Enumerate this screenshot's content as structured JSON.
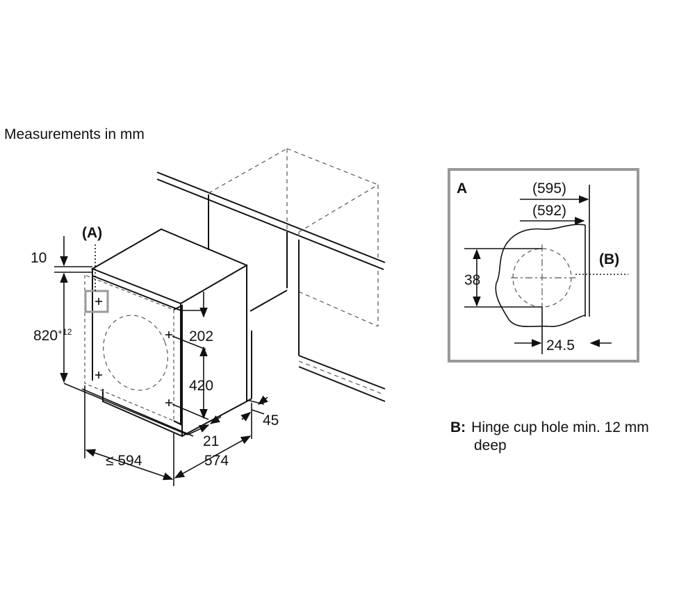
{
  "caption": "Measurements in mm",
  "main_view": {
    "detail_label": "(A)",
    "dim_top_gap": "10",
    "dim_height": "820",
    "dim_height_tol": "+12",
    "dim_hinge_top": "202",
    "dim_hinge_spacing": "420",
    "dim_plinth_depth": "45",
    "dim_door_offset": "21",
    "dim_width": "≤ 594",
    "dim_depth": "574"
  },
  "detail_a": {
    "title": "A",
    "dim_outer": "(595)",
    "dim_inner": "(592)",
    "dim_cup_diameter": "38",
    "dim_cup_offset": "24.5",
    "cup_label": "(B)"
  },
  "note": {
    "key": "B:",
    "line1": "Hinge cup hole min. 12 mm",
    "line2": "deep"
  },
  "colors": {
    "line": "#111111",
    "frame": "#999999",
    "dashed": "#555555"
  },
  "icons": [
    "dimension-arrow-icon",
    "hinge-mark-icon"
  ]
}
